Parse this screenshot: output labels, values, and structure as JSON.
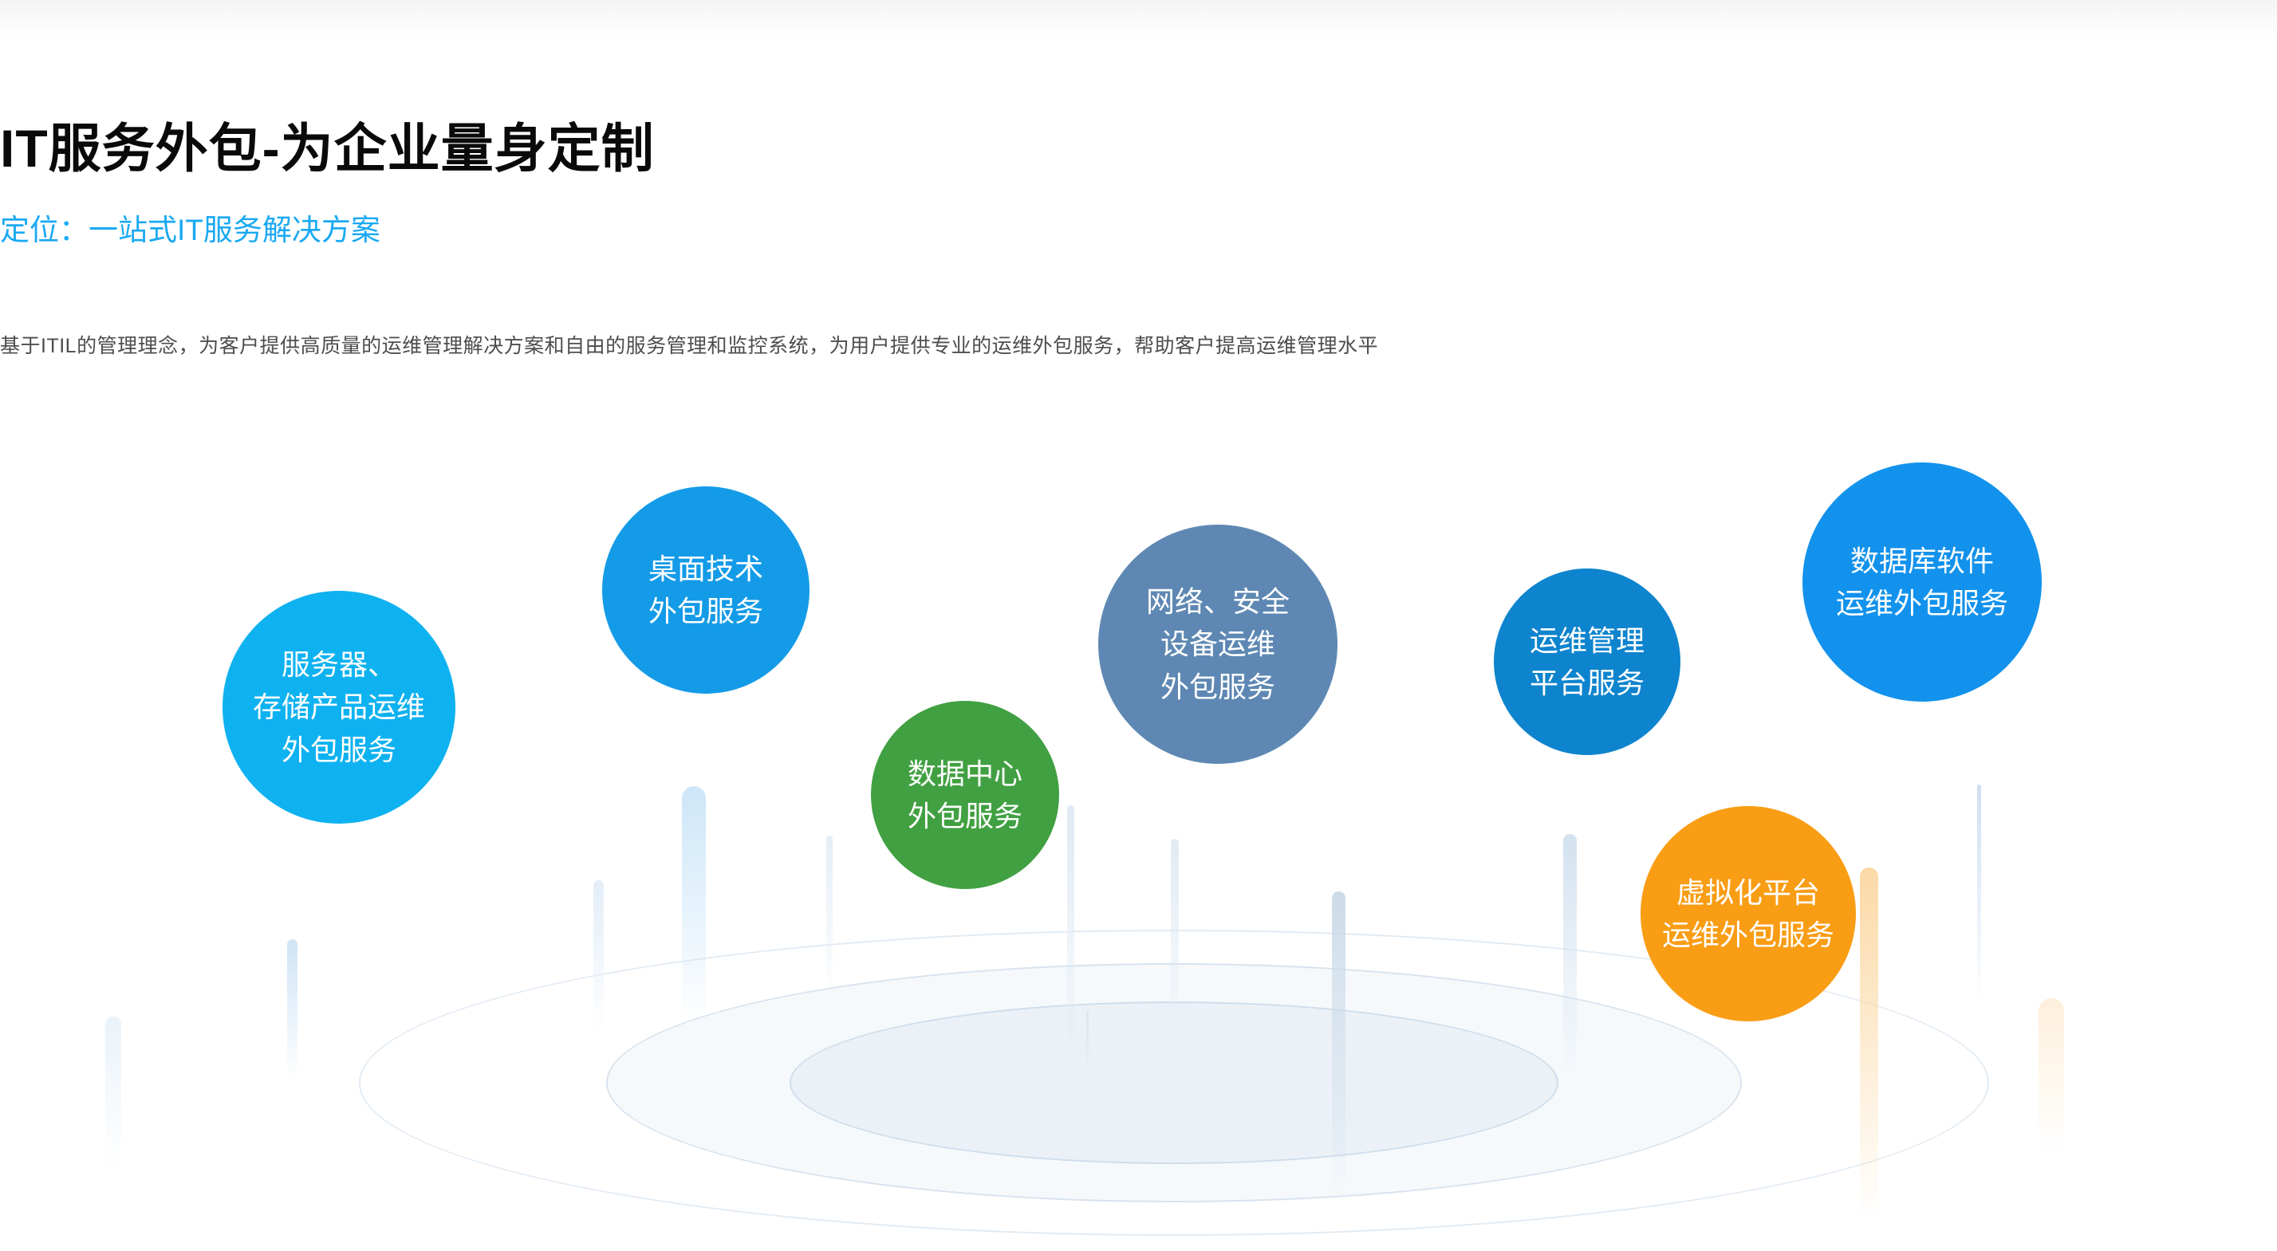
{
  "page": {
    "title": "IT服务外包-为企业量身定制",
    "subtitle": "定位：一站式IT服务解决方案",
    "description": "基于ITIL的管理理念，为客户提供高质量的运维管理解决方案和自由的服务管理和监控系统，为用户提供专业的运维外包服务，帮助客户提高运维管理水平"
  },
  "colors": {
    "title": "#0a0a0a",
    "subtitle": "#1aa9f2",
    "description": "#4d4d4d",
    "background": "#ffffff"
  },
  "services": [
    {
      "id": "server-storage",
      "label": "服务器、\n存储产品运维\n外包服务",
      "color": "#0fb2f0"
    },
    {
      "id": "desktop-tech",
      "label": "桌面技术\n外包服务",
      "color": "#149be8"
    },
    {
      "id": "data-center",
      "label": "数据中心\n外包服务",
      "color": "#41a041"
    },
    {
      "id": "network-security",
      "label": "网络、安全\n设备运维\n外包服务",
      "color": "#5e88b3"
    },
    {
      "id": "ops-platform",
      "label": "运维管理\n平台服务",
      "color": "#0e84ce"
    },
    {
      "id": "virtualization",
      "label": "虚拟化平台\n运维外包服务",
      "color": "#f99d15"
    },
    {
      "id": "database",
      "label": "数据库软件\n运维外包服务",
      "color": "#1292ec"
    }
  ]
}
